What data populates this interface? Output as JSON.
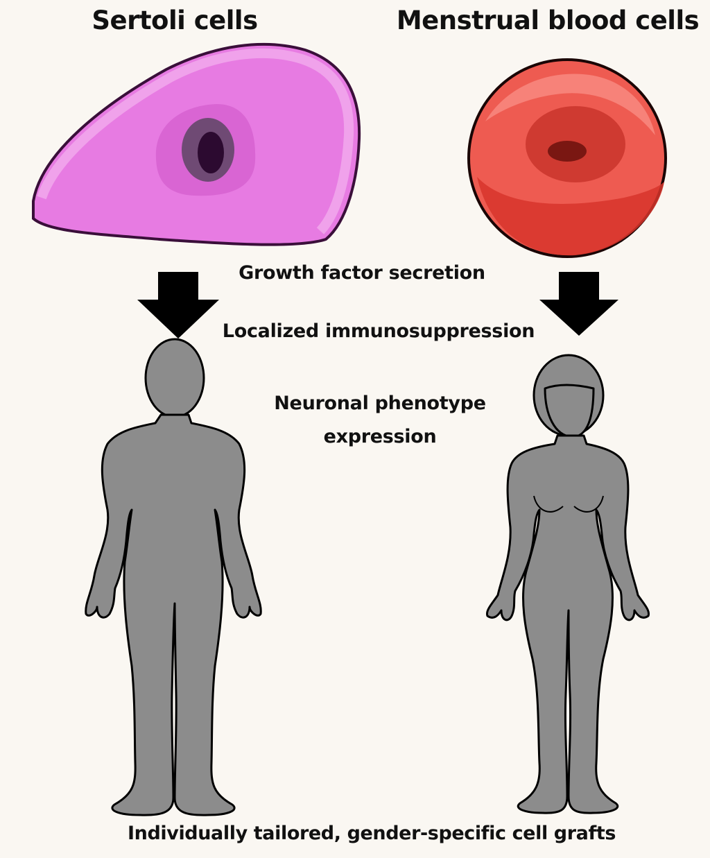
{
  "titles": {
    "left": "Sertoli cells",
    "right": "Menstrual blood cells"
  },
  "mechanisms": {
    "growth": "Growth factor secretion",
    "immuno": "Localized immunosuppression",
    "neuronal_line1": "Neuronal phenotype",
    "neuronal_line2": "expression"
  },
  "footer": "Individually tailored, gender-specific cell grafts",
  "colors": {
    "background": "#faf7f2",
    "sertoli_cell": "#e77be2",
    "menstrual_cell": "#ee5b51",
    "silhouette": "#8c8c8c",
    "arrow": "#000000"
  }
}
